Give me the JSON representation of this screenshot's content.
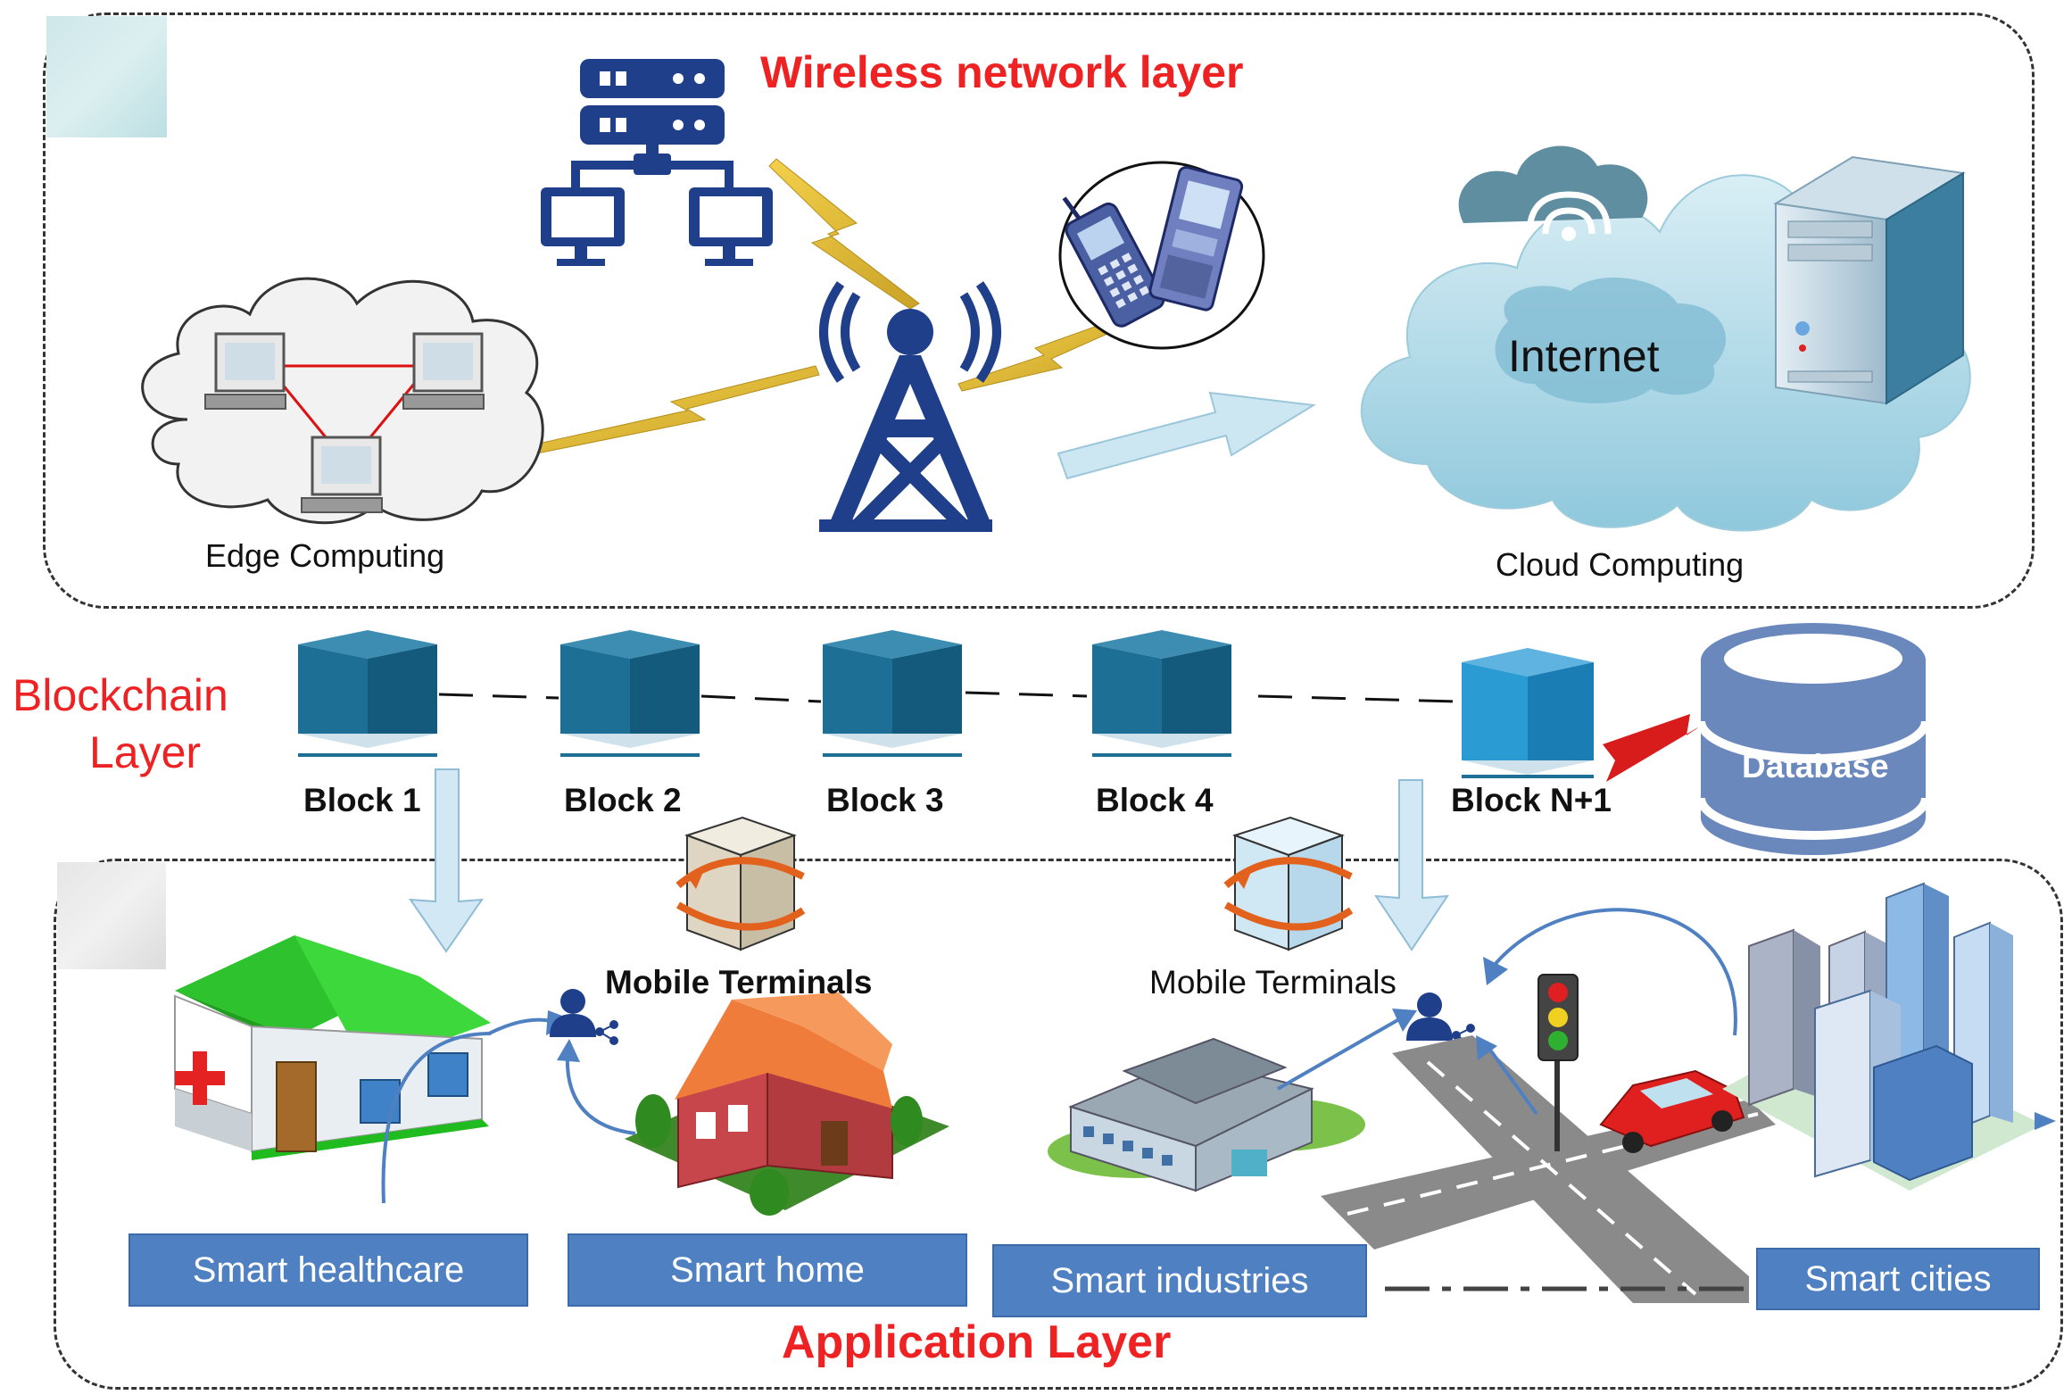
{
  "wireless_layer": {
    "title": "Wireless network layer",
    "edge_label": "Edge Computing",
    "internet_label": "Internet",
    "cloud_label": "Cloud Computing"
  },
  "blockchain_layer": {
    "title_line1": "Blockchain",
    "title_line2": "Layer",
    "blocks": [
      "Block 1",
      "Block 2",
      "Block 3",
      "Block 4",
      "Block N+1"
    ],
    "database_label": "Database"
  },
  "application_layer": {
    "title": "Application Layer",
    "mobile_terminals_left": "Mobile Terminals",
    "mobile_terminals_right": "Mobile Terminals",
    "apps": [
      "Smart healthcare",
      "Smart home",
      "Smart industries",
      "Smart cities"
    ]
  },
  "colors": {
    "title_red": "#ee2222",
    "block_blue": "#1d6f96",
    "caption_blue": "#4f80c2",
    "database_blue": "#6b88bd",
    "icon_navy": "#1f3f8a"
  }
}
